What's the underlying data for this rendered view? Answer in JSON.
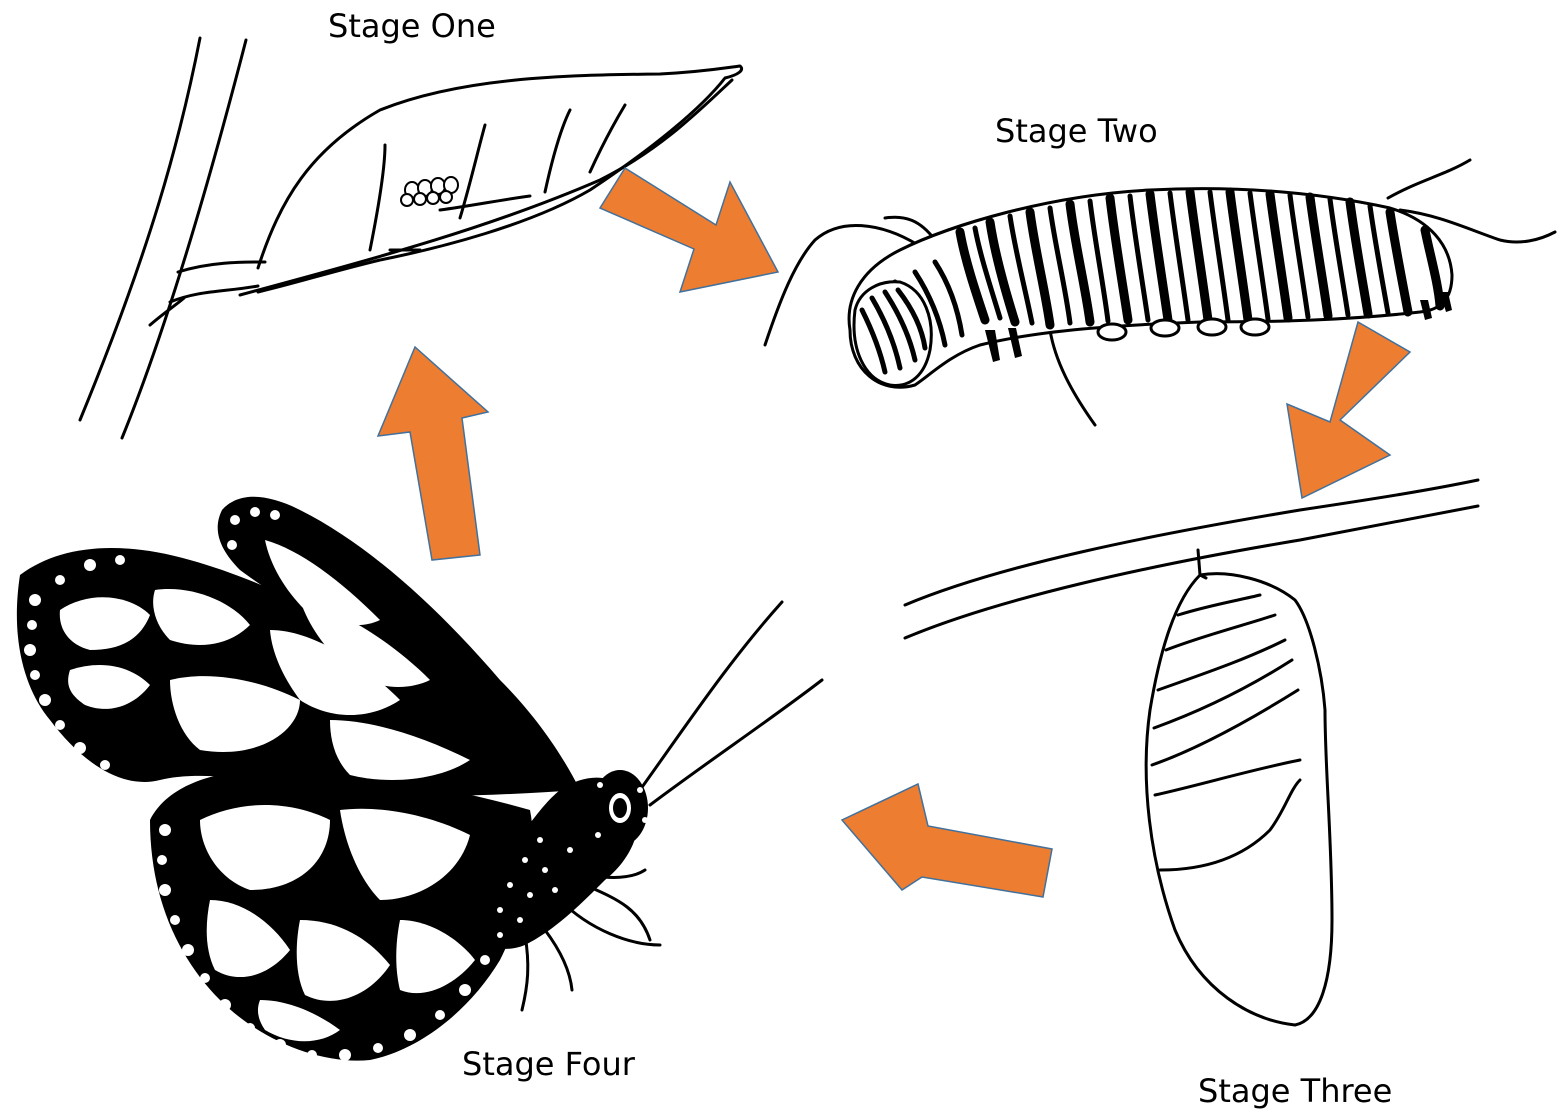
{
  "stages": [
    {
      "label": "Stage One",
      "subject": "eggs-on-leaf"
    },
    {
      "label": "Stage Two",
      "subject": "caterpillar"
    },
    {
      "label": "Stage Three",
      "subject": "chrysalis"
    },
    {
      "label": "Stage Four",
      "subject": "butterfly"
    }
  ],
  "colors": {
    "arrow": "#ED7D31",
    "arrow_outline": "#41719C",
    "line_art": "#000000",
    "background": "#FFFFFF"
  }
}
